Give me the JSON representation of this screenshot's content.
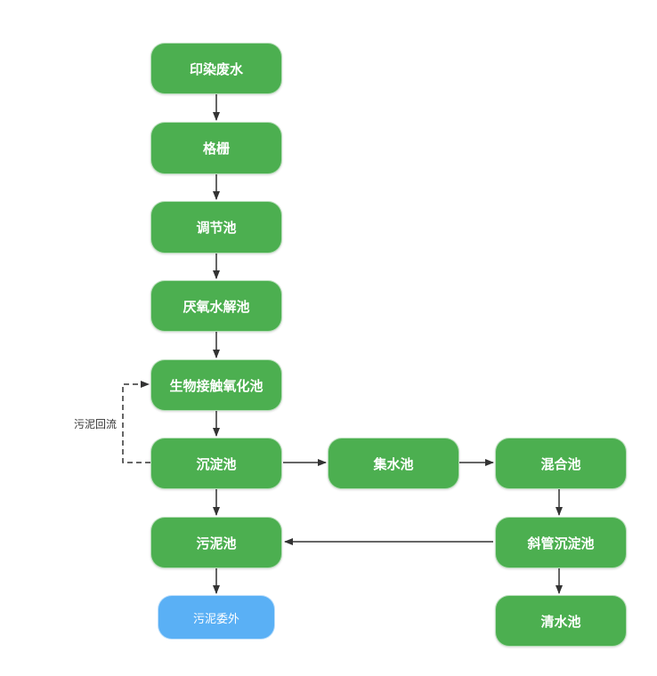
{
  "nodes": {
    "wastewater": "印染废水",
    "grating": "格栅",
    "regulating_tank": "调节池",
    "anaerobic_hydrolysis_tank": "厌氧水解池",
    "bio_contact_oxidation_tank": "生物接触氧化池",
    "sedimentation_tank": "沉淀池",
    "collection_tank": "集水池",
    "mixing_tank": "混合池",
    "sludge_tank": "污泥池",
    "inclined_tube_sedimentation_tank": "斜管沉淀池",
    "sludge_outsourcing": "污泥委外",
    "clear_water_tank": "清水池"
  },
  "edge_labels": {
    "sludge_return": "污泥回流"
  },
  "colors": {
    "node_green": "#4caf50",
    "node_blue": "#5ab0f5",
    "arrow": "#333333"
  }
}
